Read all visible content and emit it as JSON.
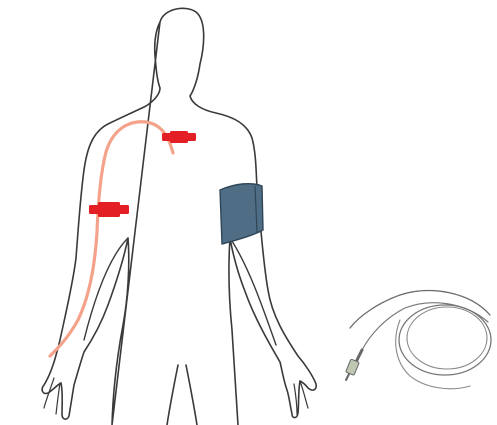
{
  "figure": {
    "subject": "human-body-outline",
    "annotations": [
      {
        "name": "tube-line",
        "color": "#F4A38A"
      },
      {
        "name": "tape-strip-shoulder",
        "color": "#E31E24"
      },
      {
        "name": "tape-strip-arm",
        "color": "#E31E24"
      },
      {
        "name": "blood-pressure-cuff",
        "color": "#4F6E85"
      }
    ],
    "accessory": {
      "name": "coiled-cable",
      "color": "#777777"
    },
    "colors": {
      "outline": "#3a3a3a",
      "background": "#ffffff"
    }
  }
}
